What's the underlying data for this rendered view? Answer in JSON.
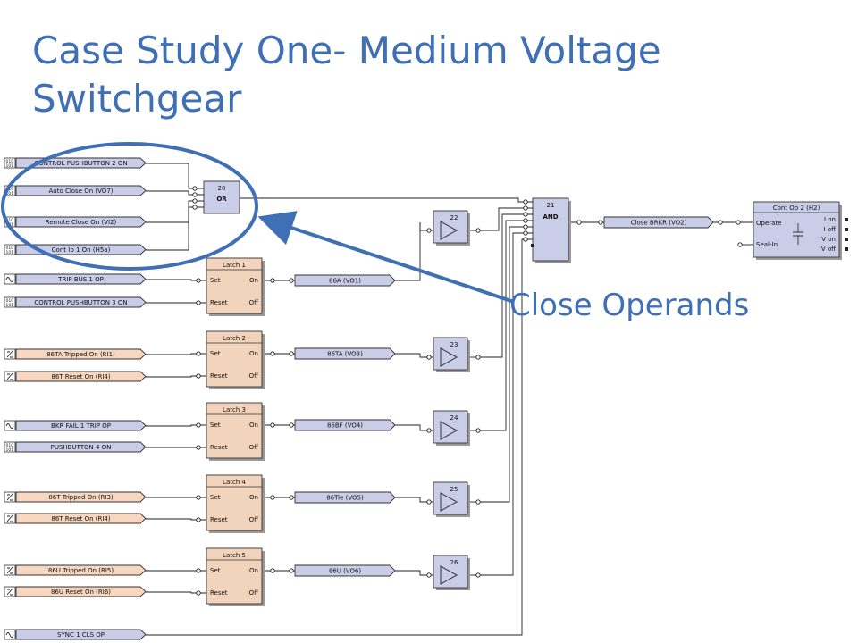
{
  "title": {
    "line1": "Case Study One- Medium Voltage",
    "line2": "Switchgear"
  },
  "callout": "Close Operands",
  "colors": {
    "accent": "#3f6fb5",
    "operand_fill": "#c9cde8",
    "input_fill": "#f7d7bf",
    "latch_fill": "#f2d3bb",
    "block_fill": "#c9cde8"
  },
  "inputs": [
    {
      "label": "CONTROL PUSHBUTTON 2 ON",
      "icon": "digital-input-icon"
    },
    {
      "label": "Auto Close On (VO7)",
      "icon": "digital-input-icon"
    },
    {
      "label": "Remote Close On (VI2)",
      "icon": "digital-input-icon"
    },
    {
      "label": "Cont Ip 1 On (H5a)",
      "icon": "digital-input-icon"
    },
    {
      "label": "TRIP BUS 1 OP",
      "icon": "sine-wave-icon"
    },
    {
      "label": "CONTROL PUSHBUTTON 3 ON",
      "icon": "digital-input-icon"
    },
    {
      "label": "86TA Tripped On (RI1)",
      "icon": "remote-input-icon"
    },
    {
      "label": "86T Reset On (RI4)",
      "icon": "remote-input-icon"
    },
    {
      "label": "BKR FAIL 1 TRIP OP",
      "icon": "sine-wave-icon"
    },
    {
      "label": "PUSHBUTTON 4 ON",
      "icon": "digital-input-icon"
    },
    {
      "label": "86T Tripped On (RI3)",
      "icon": "remote-input-icon"
    },
    {
      "label": "86T Reset On (RI4)",
      "icon": "remote-input-icon"
    },
    {
      "label": "86U Tripped On (RI5)",
      "icon": "remote-input-icon"
    },
    {
      "label": "86U Reset On (RI6)",
      "icon": "remote-input-icon"
    },
    {
      "label": "SYNC 1 CLS OP",
      "icon": "sine-wave-icon"
    }
  ],
  "or_gate": {
    "num": "20",
    "label": "OR"
  },
  "and_gate": {
    "num": "21",
    "label": "AND"
  },
  "latches": [
    {
      "title": "Latch 1",
      "set": "Set",
      "reset": "Reset",
      "on": "On",
      "off": "Off"
    },
    {
      "title": "Latch 2",
      "set": "Set",
      "reset": "Reset",
      "on": "On",
      "off": "Off"
    },
    {
      "title": "Latch 3",
      "set": "Set",
      "reset": "Reset",
      "on": "On",
      "off": "Off"
    },
    {
      "title": "Latch 4",
      "set": "Set",
      "reset": "Reset",
      "on": "On",
      "off": "Off"
    },
    {
      "title": "Latch 5",
      "set": "Set",
      "reset": "Reset",
      "on": "On",
      "off": "Off"
    }
  ],
  "virtual_outputs": [
    "86A (VO1)",
    "86TA (VO3)",
    "86BF (VO4)",
    "86Tie (VO5)",
    "86U (VO6)"
  ],
  "timers": [
    "22",
    "23",
    "24",
    "25",
    "26"
  ],
  "close_output": "Close BRKR (VO2)",
  "contact_output": {
    "title": "Cont Op 2 (H2)",
    "operate": "Operate",
    "seal_in": "Seal-In",
    "states": [
      "I on",
      "I off",
      "V on",
      "V off"
    ]
  }
}
